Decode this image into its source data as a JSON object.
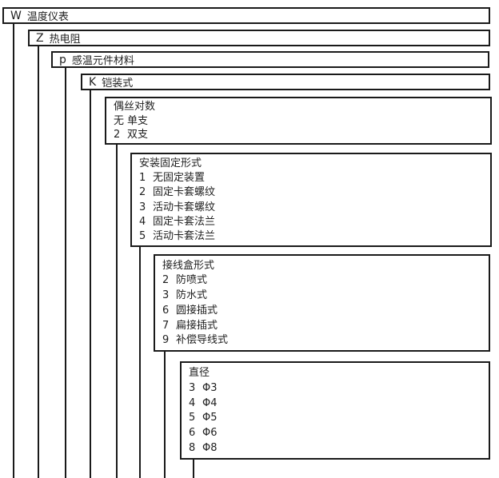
{
  "diagram": {
    "background": "#ffffff",
    "line_color": "#1a1a1a",
    "text_color": "#1f1f1f",
    "levels": [
      {
        "code": "W",
        "label": "温度仪表"
      },
      {
        "code": "Z",
        "label": "热电阻"
      },
      {
        "code": "p",
        "label": "感温元件材料"
      },
      {
        "code": "K",
        "label": "铠装式"
      },
      {
        "title": "偶丝对数",
        "items": [
          {
            "code": "无",
            "label": "单支"
          },
          {
            "code": "2",
            "label": "双支"
          }
        ]
      },
      {
        "title": "安装固定形式",
        "items": [
          {
            "code": "1",
            "label": "无固定装置"
          },
          {
            "code": "2",
            "label": "固定卡套螺纹"
          },
          {
            "code": "3",
            "label": "活动卡套螺纹"
          },
          {
            "code": "4",
            "label": "固定卡套法兰"
          },
          {
            "code": "5",
            "label": "活动卡套法兰"
          }
        ]
      },
      {
        "title": "接线盒形式",
        "items": [
          {
            "code": "2",
            "label": "防喷式"
          },
          {
            "code": "3",
            "label": "防水式"
          },
          {
            "code": "6",
            "label": "圆接插式"
          },
          {
            "code": "7",
            "label": "扁接插式"
          },
          {
            "code": "9",
            "label": "补偿导线式"
          }
        ]
      },
      {
        "title": "直径",
        "items": [
          {
            "code": "3",
            "label": "Φ3"
          },
          {
            "code": "4",
            "label": "Φ4"
          },
          {
            "code": "5",
            "label": "Φ5"
          },
          {
            "code": "6",
            "label": "Φ6"
          },
          {
            "code": "8",
            "label": "Φ8"
          }
        ]
      }
    ]
  }
}
